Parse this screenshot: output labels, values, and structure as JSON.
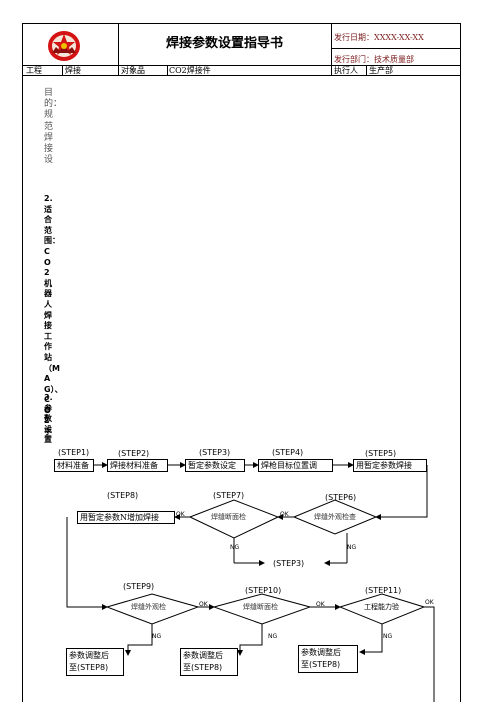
{
  "header": {
    "title": "焊接参数设置指导书",
    "issue_date": "发行日期：XXXX-XX-XX",
    "issue_dept": "发行部门：技术质量部",
    "process_label": "工程",
    "process_value": "焊接",
    "object_label": "对象品",
    "object_value": "CO2焊接件",
    "executor_label": "执行人",
    "executor_value": "生产部"
  },
  "body": {
    "section1": "目的：规范焊接设",
    "section2": "2.适合范围：CO2机器人焊接工作站（MAG）、CO2手",
    "section3": "3.参数设置"
  },
  "flow": {
    "steps": {
      "s1": "(STEP1)",
      "s2": "(STEP2)",
      "s3": "(STEP3)",
      "s4": "(STEP4)",
      "s5": "(STEP5)",
      "s6": "(STEP6)",
      "s7": "(STEP7)",
      "s8": "(STEP8)",
      "s9": "(STEP9)",
      "s10": "(STEP10)",
      "s11": "(STEP11)",
      "s3_return": "(STEP3)"
    },
    "boxes": {
      "b1": "材料准备",
      "b2": "焊接材料准备",
      "b3": "暂定参数设定",
      "b4": "焊枪目标位置调",
      "b5": "用暂定参数焊接",
      "b8": "用暂定参数N增加焊接",
      "r1_line1": "参数调整后",
      "r1_line2": "至(STEP8)",
      "r2_line1": "参数调整后",
      "r2_line2": "至(STEP8)",
      "r3_line1": "参数调整后",
      "r3_line2": "至(STEP8)"
    },
    "diamonds": {
      "d6": "焊缝外观检查",
      "d7": "焊缝断面检",
      "d9": "焊缝外观检",
      "d10": "焊缝断面检",
      "d11": "工程能力验"
    },
    "ok": "OK",
    "ng": "NG"
  }
}
